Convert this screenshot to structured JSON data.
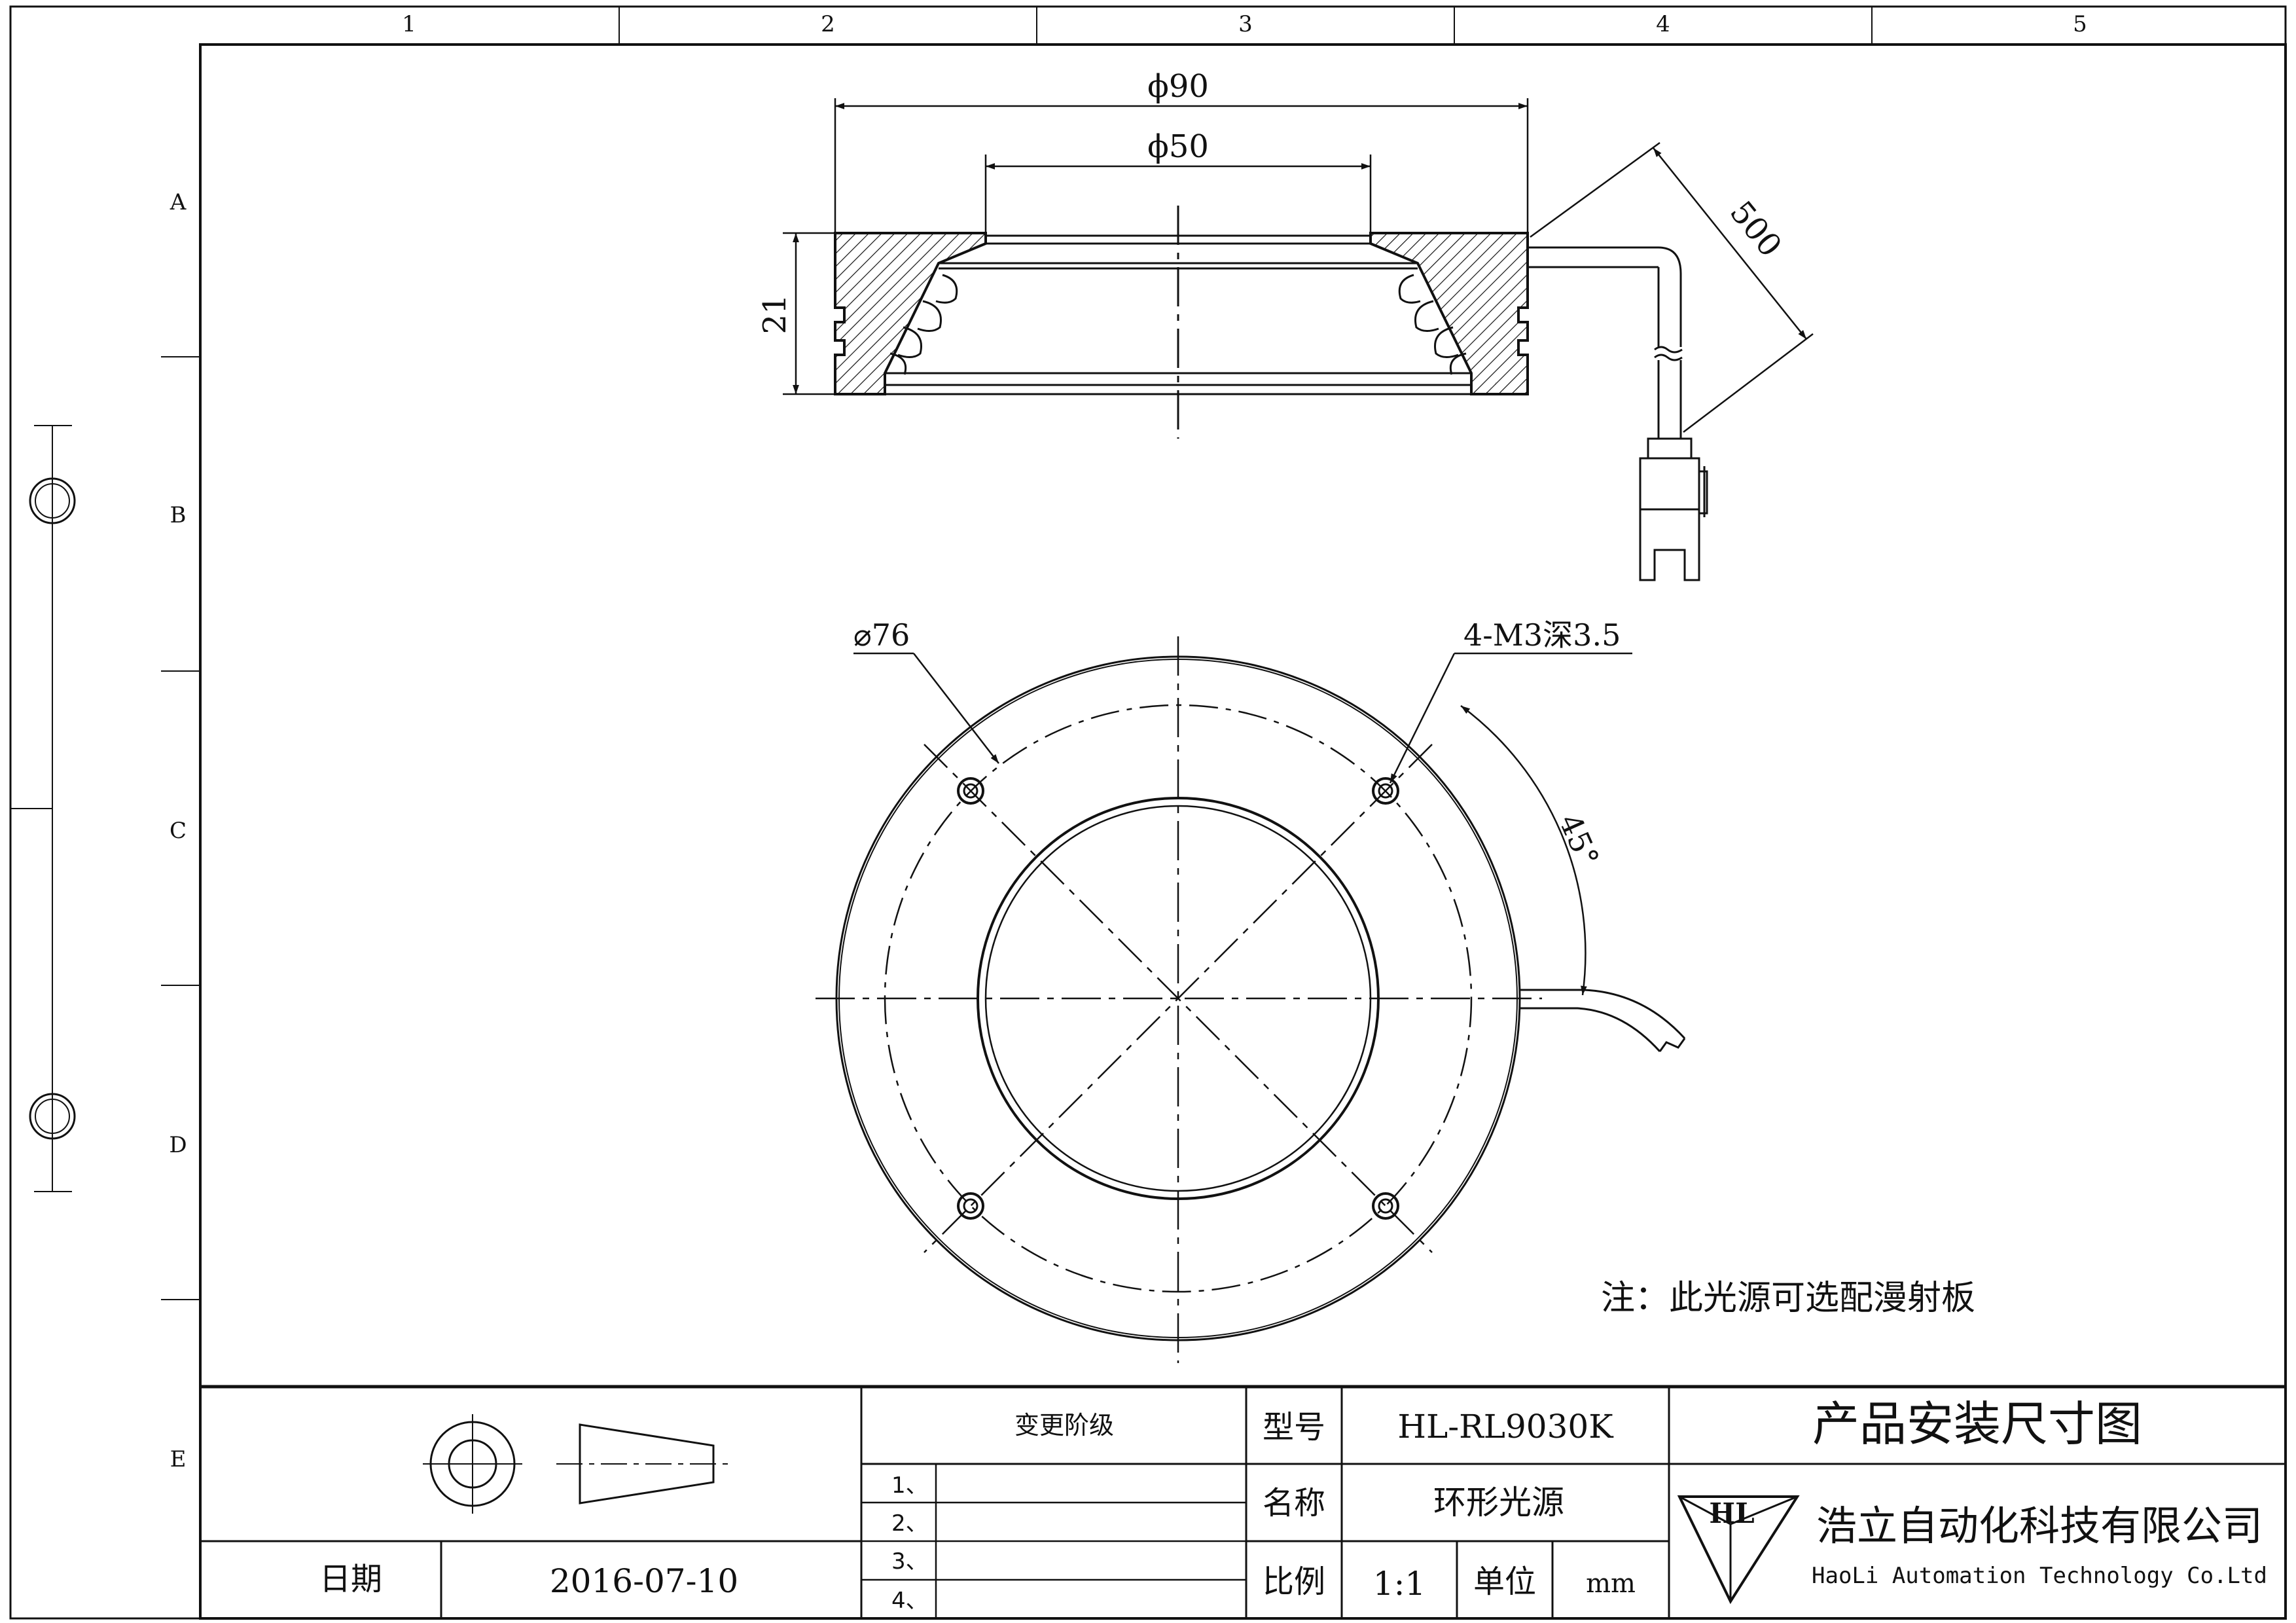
{
  "zones": {
    "columns": [
      "1",
      "2",
      "3",
      "4",
      "5"
    ],
    "rows": [
      "A",
      "B",
      "C",
      "D",
      "E"
    ]
  },
  "dimensions": {
    "outer_diameter": "ϕ90",
    "inner_diameter": "ϕ50",
    "height": "21",
    "cable_length": "500",
    "bolt_circle": "⌀76",
    "holes": "4-M3深3.5",
    "angle": "45°"
  },
  "note": "注：此光源可选配漫射板",
  "title_block": {
    "change_stage_label": "变更阶级",
    "change_rows": [
      "1、",
      "2、",
      "3、",
      "4、"
    ],
    "date_label": "日期",
    "date_value": "2016-07-10",
    "model_label": "型号",
    "model_value": "HL-RL9030K",
    "name_label": "名称",
    "name_value": "环形光源",
    "scale_label": "比例",
    "scale_value": "1:1",
    "unit_label": "单位",
    "unit_value": "mm",
    "drawing_title": "产品安装尺寸图",
    "company_cn": "浩立自动化科技有限公司",
    "company_en": "HaoLi Automation Technology Co.Ltd",
    "logo_text": "HL"
  },
  "colors": {
    "line": "#111111",
    "paper": "#ffffff"
  }
}
